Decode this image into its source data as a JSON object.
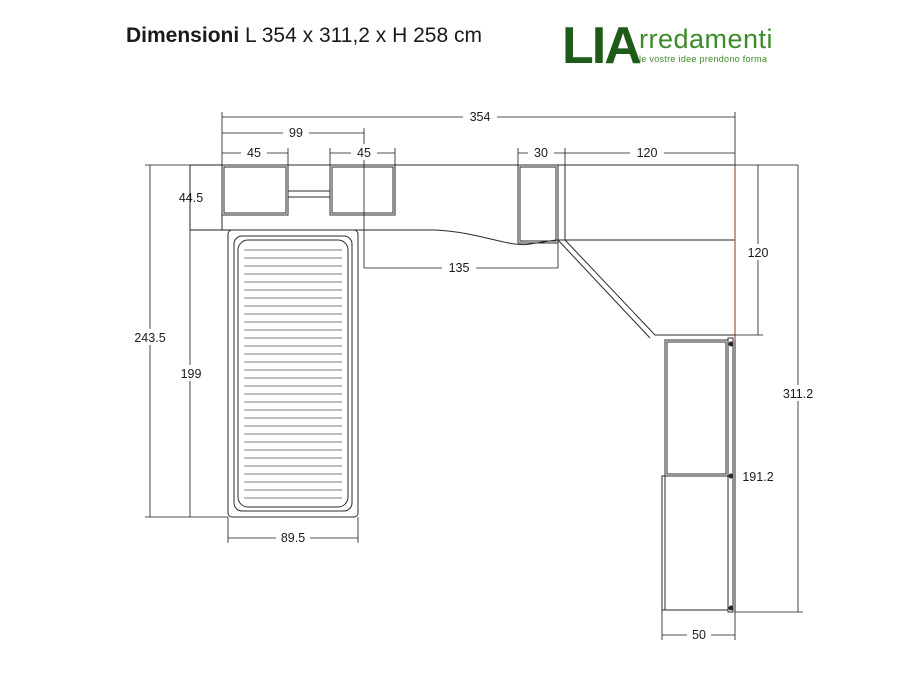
{
  "header": {
    "title_bold": "Dimensioni",
    "title_rest": " L 354 x 311,2 x H 258 cm"
  },
  "logo": {
    "letters": "LIA",
    "word": "rredamenti",
    "tagline": "le vostre idee prendono forma"
  },
  "dimensions": {
    "total_width": "354",
    "left_wall_unit": "99",
    "left_box": "45",
    "middle_box": "45",
    "corner_box": "30",
    "right_top": "120",
    "left_depth": "44.5",
    "left_height_total": "243.5",
    "bed_length": "199",
    "bed_width": "89.5",
    "desk_length": "135",
    "right_upper": "120",
    "right_total": "311.2",
    "right_lower": "191.2",
    "right_depth": "50"
  },
  "colors": {
    "logo_dark": "#1f5b18",
    "logo_light": "#3d8a2a",
    "line": "#2a2a2a",
    "right_edge": "#8a3a2a"
  }
}
